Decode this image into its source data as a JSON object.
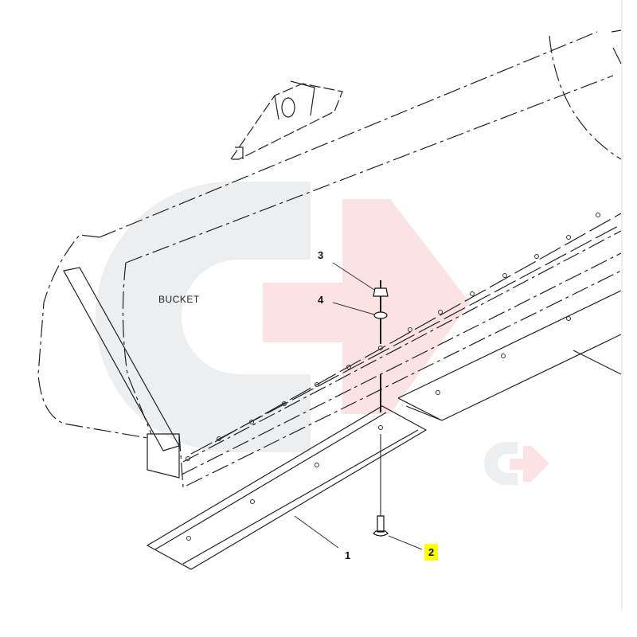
{
  "diagram": {
    "bucket_label": "BUCKET",
    "callouts": [
      {
        "number": "1",
        "highlighted": false
      },
      {
        "number": "2",
        "highlighted": true
      },
      {
        "number": "3",
        "highlighted": false
      },
      {
        "number": "4",
        "highlighted": false
      }
    ],
    "highlight_color": "#ffff00",
    "watermark_colors": {
      "gray": "#eceef0",
      "pink": "#fbe3e4"
    }
  }
}
